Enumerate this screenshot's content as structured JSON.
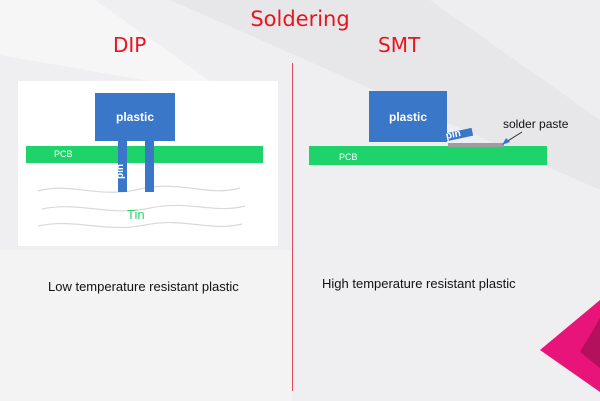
{
  "title": "Soldering",
  "dip": {
    "heading": "DIP",
    "plastic": "plastic",
    "pcb": "PCB",
    "pin": "pin",
    "tin": "Tin",
    "caption": "Low temperature resistant plastic"
  },
  "smt": {
    "heading": "SMT",
    "plastic": "plastic",
    "pcb": "PCB",
    "pin": "pin",
    "solder_paste": "solder paste",
    "caption": "High temperature resistant plastic"
  },
  "colors": {
    "accent_red": "#e8141e",
    "plastic_blue": "#3a77c8",
    "pcb_green": "#1ed36a",
    "magenta": "#e8147a"
  }
}
